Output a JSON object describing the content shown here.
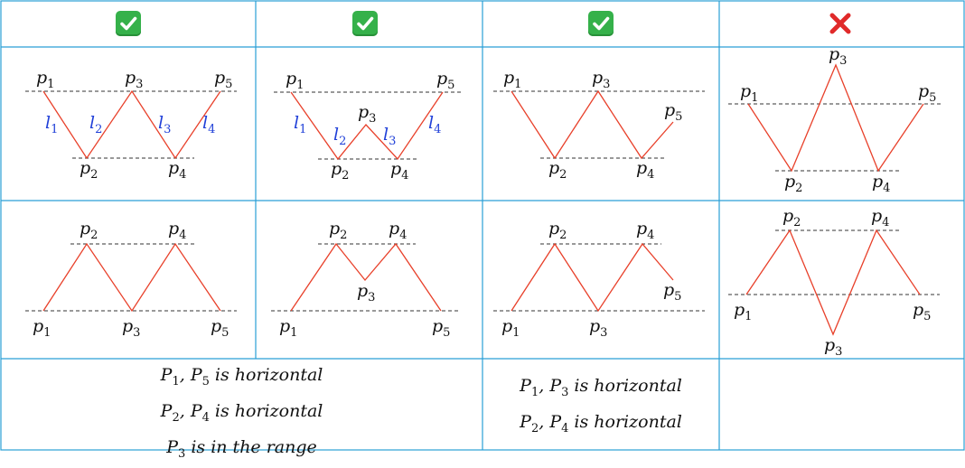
{
  "header": {
    "col1": {
      "icon": "check-mark-icon",
      "color": "#35b14a"
    },
    "col2": {
      "icon": "check-mark-icon",
      "color": "#35b14a"
    },
    "col3": {
      "icon": "check-mark-icon",
      "color": "#35b14a"
    },
    "col4": {
      "icon": "cross-mark-icon",
      "color": "#e02a2a"
    }
  },
  "labels": {
    "p": "p",
    "l": "l",
    "i1": "1",
    "i2": "2",
    "i3": "3",
    "i4": "4",
    "i5": "5"
  },
  "statements": {
    "left": [
      {
        "a": "P",
        "as": "1",
        "sep": ",  ",
        "b": "P",
        "bs": "5",
        "rest": " is horizontal"
      },
      {
        "a": "P",
        "as": "2",
        "sep": ",  ",
        "b": "P",
        "bs": "4",
        "rest": " is horizontal"
      },
      {
        "a": "P",
        "as": "3",
        "sep": "",
        "b": "",
        "bs": "",
        "rest": " is in the range"
      }
    ],
    "right": [
      {
        "a": "P",
        "as": "1",
        "sep": ",  ",
        "b": "P",
        "bs": "3",
        "rest": " is horizontal"
      },
      {
        "a": "P",
        "as": "2",
        "sep": ",  ",
        "b": "P",
        "bs": "4",
        "rest": " is horizontal"
      }
    ]
  },
  "colors": {
    "grid": "#2a9fd6",
    "zigzag": "#e8402a",
    "line_labels": "#1f3fd8",
    "dashed": "#333333"
  }
}
